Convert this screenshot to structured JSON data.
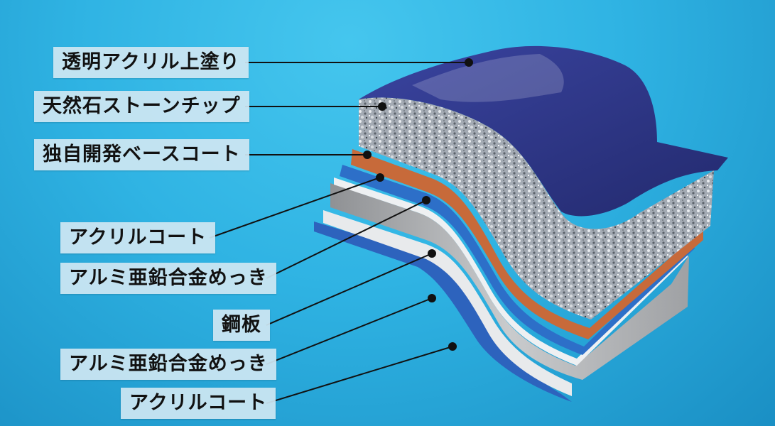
{
  "labels": {
    "top_clear_acrylic": "透明アクリル上塗り",
    "stone_chip": "天然石ストーンチップ",
    "base_coat": "独自開発ベースコート",
    "acrylic_coat_upper": "アクリルコート",
    "alu_zinc_plating_upper": "アルミ亜鉛合金めっき",
    "steel_plate": "鋼板",
    "alu_zinc_plating_lower": "アルミ亜鉛合金めっき",
    "acrylic_coat_lower": "アクリルコート"
  },
  "colors": {
    "background": "#2fb3e3",
    "label_bg": "#cde6f2",
    "top_coat": "#2b3382",
    "stone": "#a9b0b8",
    "base_coat": "#c76a3a",
    "acrylic_coat": "#2d6fc8",
    "plating": "#e6e8ea",
    "steel": "#a7a9ab"
  }
}
